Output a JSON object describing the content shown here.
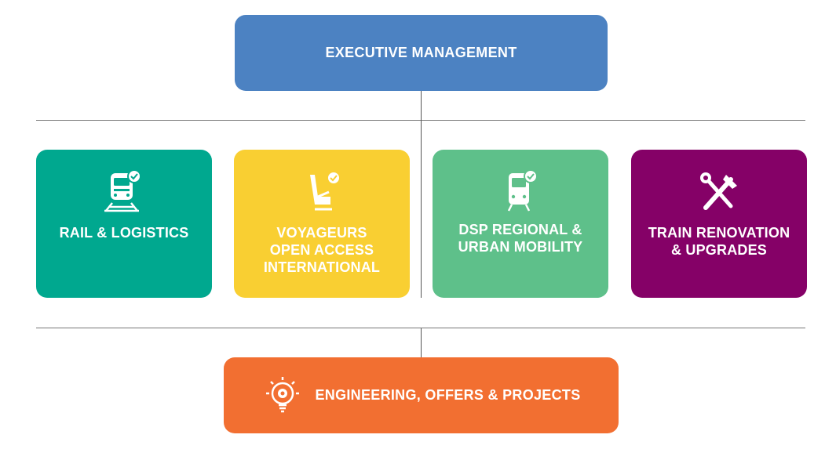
{
  "executive": {
    "label": "EXECUTIVE MANAGEMENT",
    "color": "#4c82c2"
  },
  "units": [
    {
      "label": "RAIL & LOGISTICS",
      "icon": "freight-train-check-icon",
      "color": "#00a88f"
    },
    {
      "label": "VOYAGEURS\nOPEN ACCESS\nINTERNATIONAL",
      "icon": "passenger-seat-check-icon",
      "color": "#f9cf32"
    },
    {
      "label": "DSP REGIONAL &\nURBAN MOBILITY",
      "icon": "tram-check-icon",
      "color": "#5ec08a"
    },
    {
      "label": "TRAIN RENOVATION\n& UPGRADES",
      "icon": "tools-icon",
      "color": "#850167"
    }
  ],
  "engineering": {
    "label": "ENGINEERING, OFFERS & PROJECTS",
    "icon": "lightbulb-gear-icon",
    "color": "#f26f31"
  }
}
